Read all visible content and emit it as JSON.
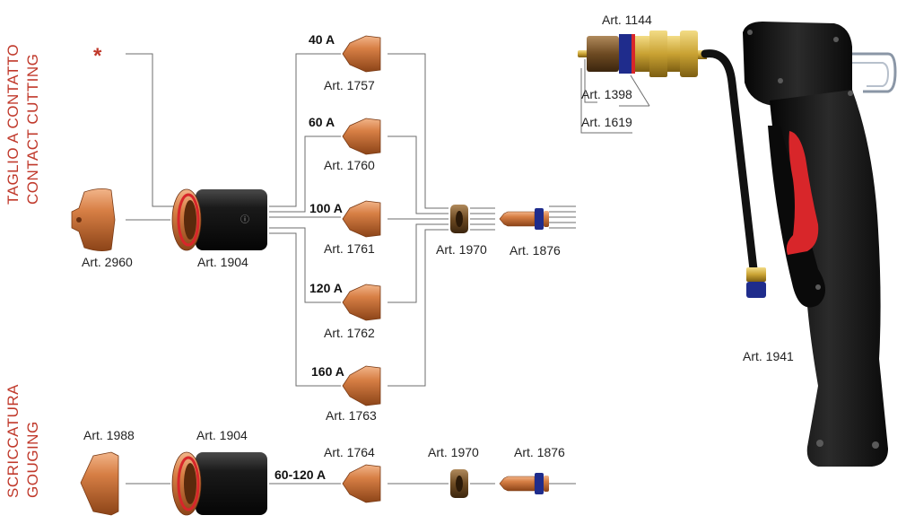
{
  "sections": {
    "cutting": {
      "line1": "TAGLIO A CONTATTO",
      "line2": "CONTACT CUTTING"
    },
    "gouging": {
      "line1": "SCRICCATURA",
      "line2": "GOUGING"
    }
  },
  "asterisk": "*",
  "cutting_parts": {
    "nozzle_2960": "Art. 2960",
    "holder_1904": "Art. 1904",
    "diffuser_1970": "Art. 1970",
    "electrode_1876": "Art. 1876"
  },
  "tips": [
    {
      "amps": "40 A",
      "art": "Art. 1757"
    },
    {
      "amps": "60 A",
      "art": "Art. 1760"
    },
    {
      "amps": "100 A",
      "art": "Art. 1761"
    },
    {
      "amps": "120 A",
      "art": "Art. 1762"
    },
    {
      "amps": "160 A",
      "art": "Art. 1763"
    }
  ],
  "gouging_parts": {
    "nozzle_1988": "Art. 1988",
    "holder_1904": "Art. 1904",
    "amps": "60-120 A",
    "tip_1764": "Art. 1764",
    "diffuser_1970": "Art. 1970",
    "electrode_1876": "Art. 1876"
  },
  "torch": {
    "connector_1144": "Art. 1144",
    "part_1398": "Art. 1398",
    "part_1619": "Art. 1619",
    "body_1941": "Art. 1941"
  },
  "colors": {
    "title_red": "#c0392b",
    "copper": "#c8733a",
    "black_body": "#141414",
    "trigger_red": "#d8262a",
    "brass": "#c9a233",
    "blue_ring": "#1f2c8c"
  }
}
